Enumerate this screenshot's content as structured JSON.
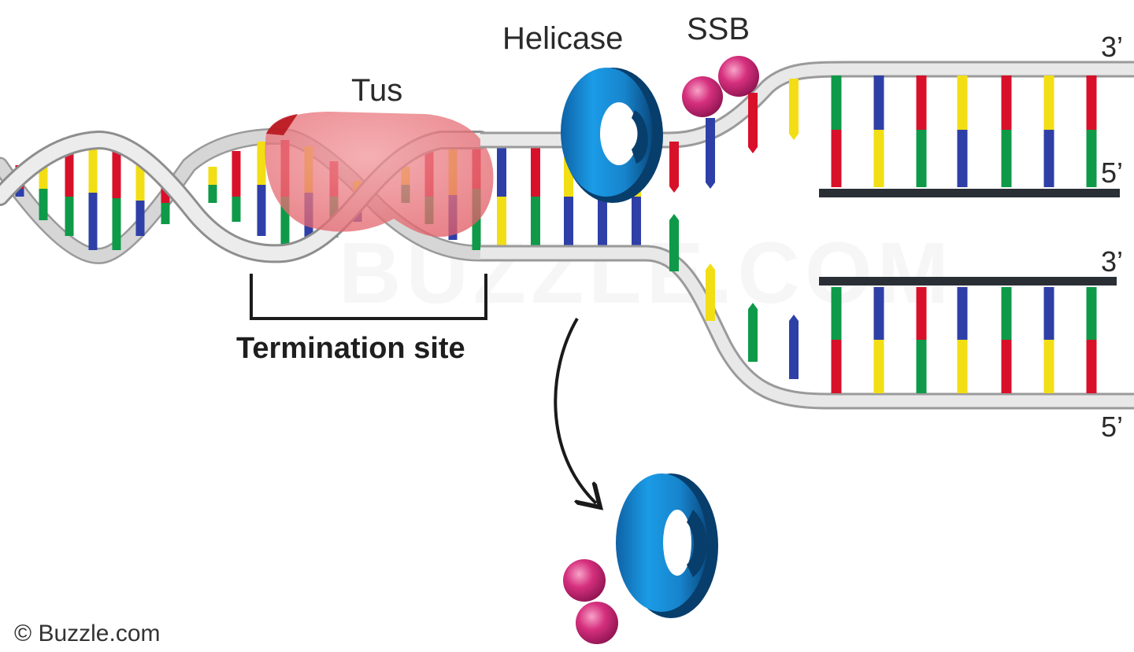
{
  "labels": {
    "tus": "Tus",
    "helicase": "Helicase",
    "ssb": "SSB",
    "termination_site": "Termination site",
    "credit": "© Buzzle.com",
    "watermark": "BUZZLE.COM",
    "prime_top_3": "3’",
    "prime_top_5": "5’",
    "prime_mid_3": "3’",
    "prime_bottom_5": "5’"
  },
  "colors": {
    "background": "#ffffff",
    "strand": "#e4e4e4",
    "strand_edge": "#9a9a9a",
    "base_red": "#d8102a",
    "base_yellow": "#f2de14",
    "base_green": "#0e9a48",
    "base_blue": "#2e3fa8",
    "helicase": "#1b8fd8",
    "helicase_dark": "#0a4f86",
    "ssb": "#d6307e",
    "tus": "#e8656c",
    "new_strand": "#2a2f36"
  },
  "icons": {
    "helicase": "helicase-ring-icon",
    "ssb": "ssb-protein-icon",
    "tus": "tus-protein-icon",
    "release_arrow": "curved-arrow-icon"
  }
}
